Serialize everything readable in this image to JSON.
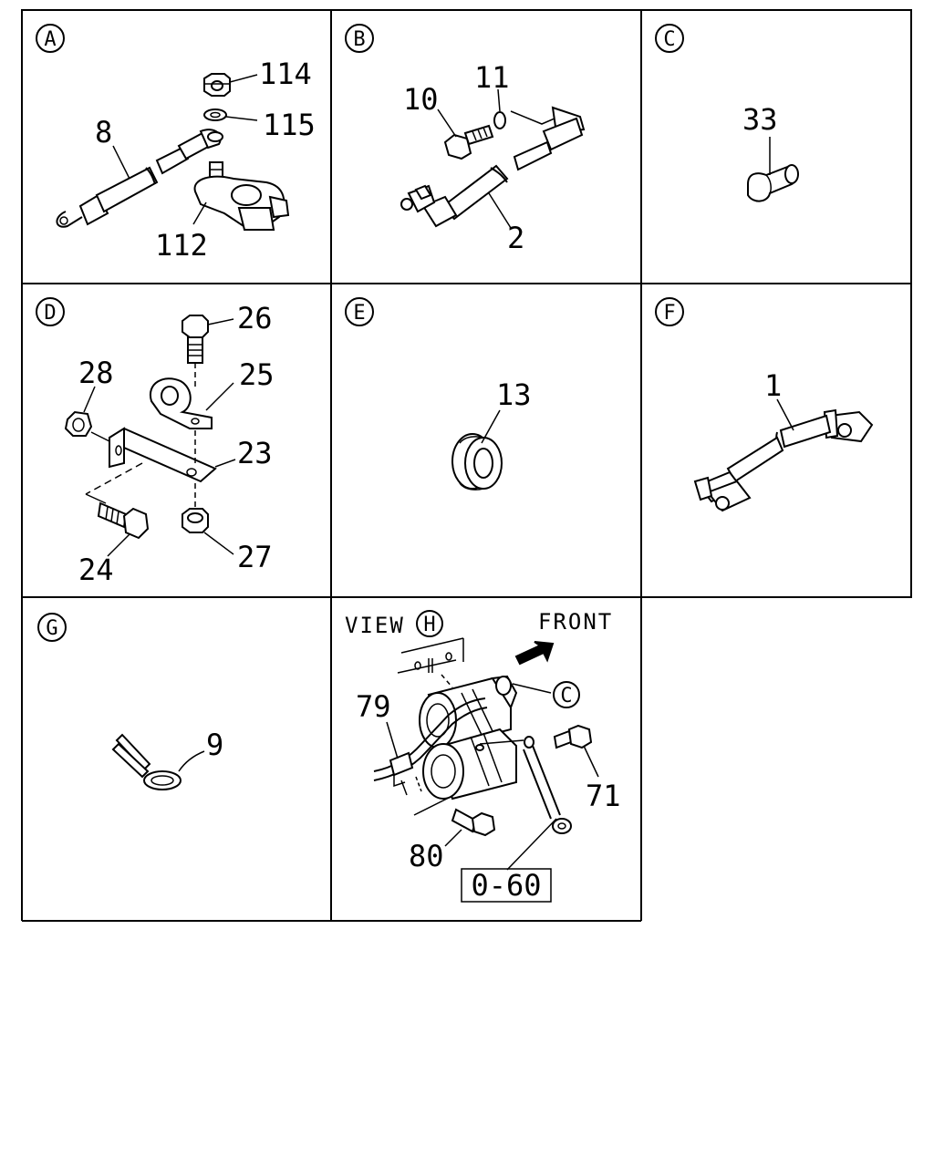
{
  "panels": [
    {
      "id": "A",
      "letter": "A",
      "callouts": [
        "114",
        "115",
        "8",
        "112"
      ]
    },
    {
      "id": "B",
      "letter": "B",
      "callouts": [
        "10",
        "11",
        "2"
      ]
    },
    {
      "id": "C",
      "letter": "C",
      "callouts": [
        "33"
      ]
    },
    {
      "id": "D",
      "letter": "D",
      "callouts": [
        "26",
        "28",
        "25",
        "23",
        "24",
        "27"
      ]
    },
    {
      "id": "E",
      "letter": "E",
      "callouts": [
        "13"
      ]
    },
    {
      "id": "F",
      "letter": "F",
      "callouts": [
        "1"
      ]
    },
    {
      "id": "G",
      "letter": "G",
      "callouts": [
        "9"
      ]
    },
    {
      "id": "H",
      "letter": "H",
      "callouts": [
        "79",
        "71",
        "80"
      ],
      "view_label": "VIEW",
      "front_label": "FRONT",
      "ref_letter": "C",
      "box_ref": "0-60"
    }
  ]
}
